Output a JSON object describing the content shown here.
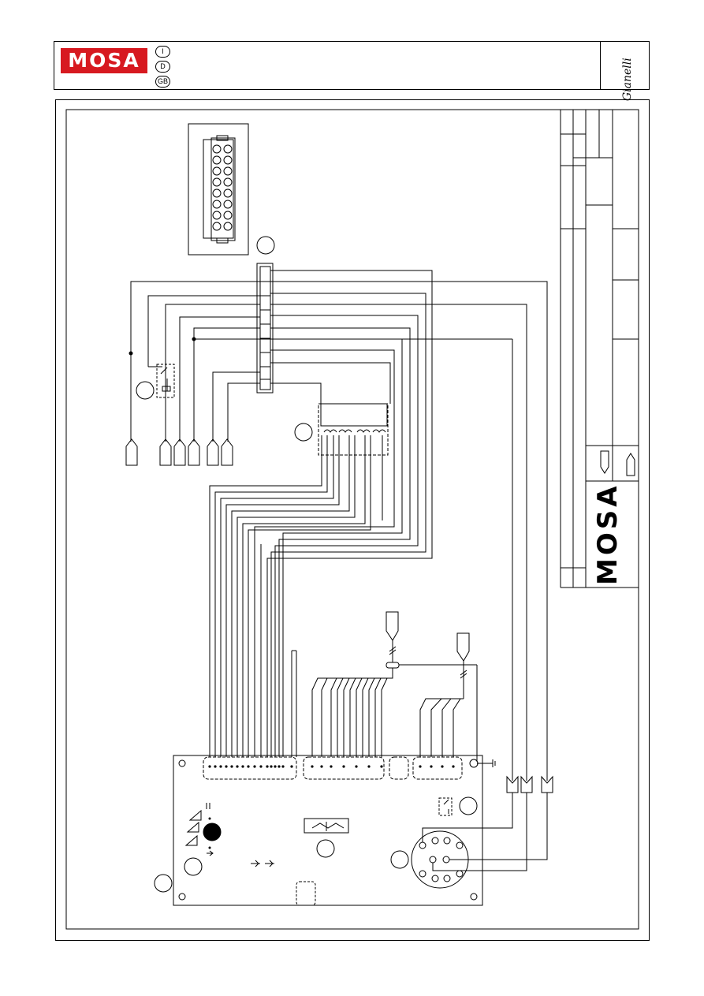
{
  "brand": {
    "name": "MOSA",
    "color": "#d71920"
  },
  "languages": [
    "I",
    "D",
    "GB"
  ],
  "titleblock": {
    "brand": "MOSA"
  }
}
